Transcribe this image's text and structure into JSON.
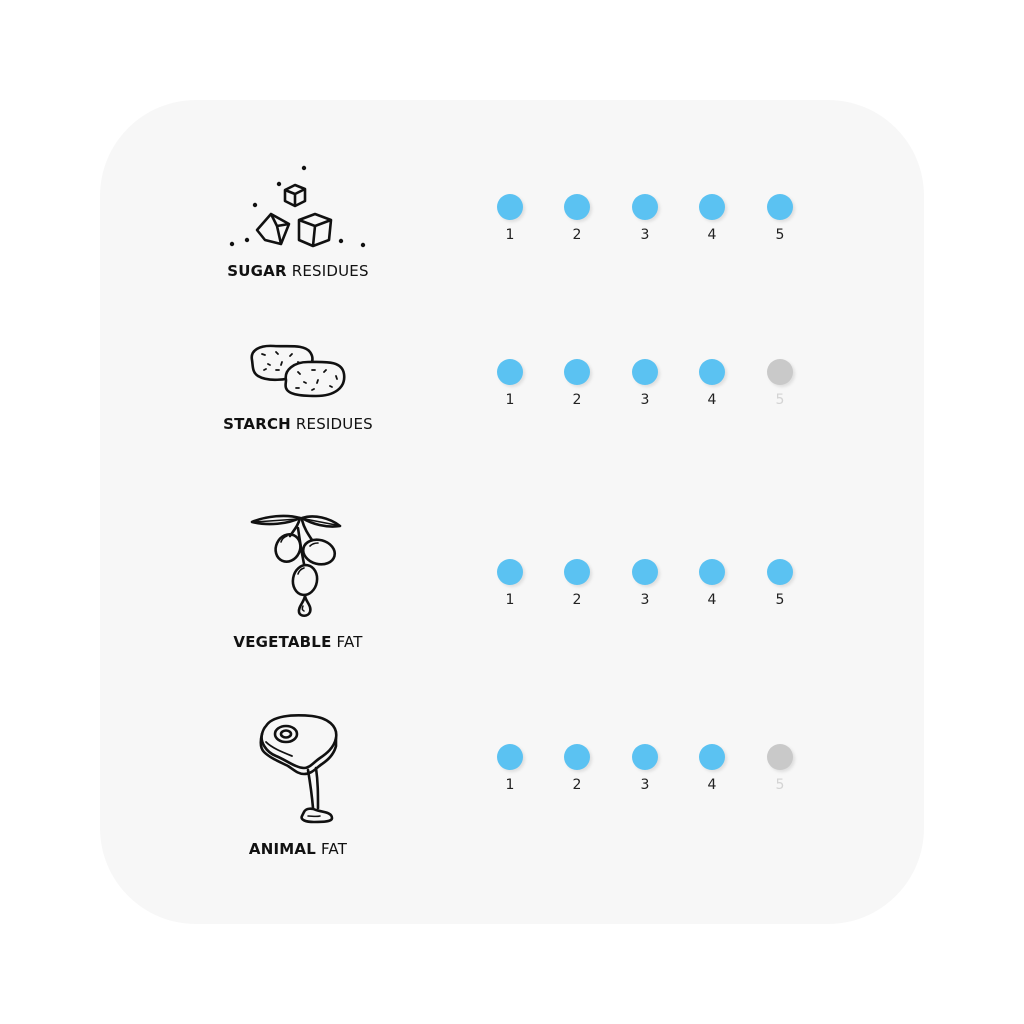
{
  "colors": {
    "active": "#5bc2f2",
    "inactive": "#c9c9c9",
    "active_number": "#222222",
    "inactive_number": "#d4d4d4"
  },
  "rows": [
    {
      "icon": "sugar-cubes-icon",
      "label_bold": "SUGAR",
      "label_rest": " RESIDUES",
      "rating": 5,
      "max": 5,
      "numbers": [
        "1",
        "2",
        "3",
        "4",
        "5"
      ]
    },
    {
      "icon": "potatoes-icon",
      "label_bold": "STARCH",
      "label_rest": " RESIDUES",
      "rating": 4,
      "max": 5,
      "numbers": [
        "1",
        "2",
        "3",
        "4",
        "5"
      ]
    },
    {
      "icon": "olives-icon",
      "label_bold": "VEGETABLE",
      "label_rest": " FAT",
      "rating": 5,
      "max": 5,
      "numbers": [
        "1",
        "2",
        "3",
        "4",
        "5"
      ]
    },
    {
      "icon": "meat-drip-icon",
      "label_bold": "ANIMAL",
      "label_rest": " FAT",
      "rating": 4,
      "max": 5,
      "numbers": [
        "1",
        "2",
        "3",
        "4",
        "5"
      ]
    }
  ]
}
